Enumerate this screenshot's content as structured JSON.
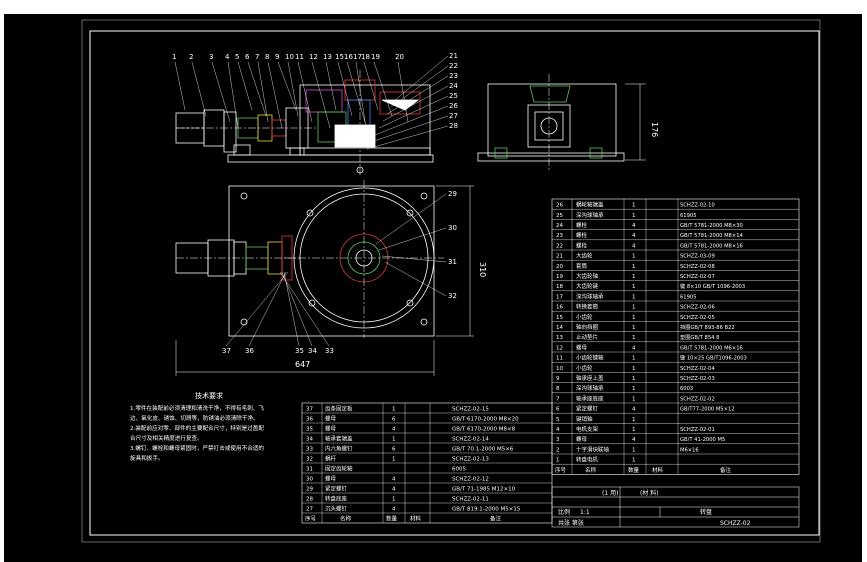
{
  "colors": {
    "paper": "#ffffff",
    "sheet": "#000000",
    "line": "#ffffff",
    "green": "#5ec35e",
    "red": "#e03a3a",
    "magenta": "#d04fd0",
    "blue": "#4a7cff",
    "yellow": "#f2d43a"
  },
  "balloons_top": [
    "1",
    "2",
    "3",
    "4",
    "5",
    "6",
    "7",
    "8",
    "9",
    "10",
    "11",
    "12",
    "13",
    "15",
    "16",
    "17",
    "18",
    "19",
    "20"
  ],
  "balloons_right": [
    "21",
    "22",
    "23",
    "24",
    "25",
    "26",
    "27",
    "28"
  ],
  "balloons_plan_right": [
    "29",
    "30",
    "31",
    "32"
  ],
  "balloons_plan_bottom": [
    "33",
    "34",
    "35",
    "36",
    "37"
  ],
  "dims": {
    "width": "647",
    "depth": "310",
    "height": "176"
  },
  "tech_req": {
    "title": "技术要求",
    "lines": [
      "1.零件在装配前必须清理和清洗干净，不得有毛刺、飞",
      "边、氧化皮、锈蚀、切屑等，防锈油必须清除干净。",
      "2.装配前应对零、部件的主要配合尺寸，特别是过盈配",
      "合尺寸及相关精度进行复查。",
      "3.螺钉、螺栓和螺母紧固时，严禁打击或使用不合适的",
      "旋具和扳手。"
    ]
  },
  "bom_left": [
    [
      "37",
      "齿条固定板",
      "1",
      "SCHZZ-02-15"
    ],
    [
      "36",
      "螺母",
      "6",
      "GB/T 6170-2000 M8×20"
    ],
    [
      "35",
      "螺母",
      "4",
      "GB/T 6170-2000 M8×8"
    ],
    [
      "34",
      "轴承套端盖",
      "1",
      "SCHZZ-02-14"
    ],
    [
      "33",
      "内六角螺钉",
      "6",
      "GB/T 70.1-2000 M5×6"
    ],
    [
      "32",
      "蜗杆",
      "1",
      "SCHZZ-02-13"
    ],
    [
      "31",
      "固定齿轮轴",
      "",
      "6005"
    ],
    [
      "30",
      "螺母",
      "4",
      "SCHZZ-02-12"
    ],
    [
      "29",
      "紧定螺钉",
      "4",
      "GB/T 71-1985 M12×10"
    ],
    [
      "28",
      "转盘底座",
      "1",
      "SCHZZ-02-11"
    ],
    [
      "27",
      "沉头螺钉",
      "4",
      "GB/T 819.1-2000 M5×15"
    ]
  ],
  "bom_left_header": [
    "序号",
    "名称",
    "数量",
    "材料",
    "备注"
  ],
  "bom_right": [
    [
      "26",
      "蜗轮轴端盖",
      "1",
      "SCHZZ-02-10"
    ],
    [
      "25",
      "深沟球轴承",
      "1",
      "61905"
    ],
    [
      "24",
      "螺栓",
      "4",
      "GB/T 5781-2000 M8×30"
    ],
    [
      "23",
      "螺栓",
      "4",
      "GB/T 5781-2000 M8×14"
    ],
    [
      "22",
      "螺栓",
      "4",
      "GB/T 5781-2000 M8×16"
    ],
    [
      "21",
      "大齿轮",
      "1",
      "SCHZZ-03-09"
    ],
    [
      "20",
      "套筒",
      "1",
      "SCHZZ-02-08"
    ],
    [
      "19",
      "大齿轮轴",
      "1",
      "SCHZZ-02-07"
    ],
    [
      "18",
      "大齿轮键",
      "1",
      "键 8×10 GB/T 1096-2003"
    ],
    [
      "17",
      "深沟球轴承",
      "1",
      "61905"
    ],
    [
      "16",
      "转换套筒",
      "1",
      "SCHZZ-02-06"
    ],
    [
      "15",
      "小齿轮",
      "1",
      "SCHZZ-02-05"
    ],
    [
      "14",
      "轴向挡圈",
      "1",
      "挡圈GB/T 893-86 B22"
    ],
    [
      "13",
      "止动垫片",
      "1",
      "垫圈GB/T 854 8"
    ],
    [
      "12",
      "螺母",
      "4",
      "GB/T 5781-2000 M6×16"
    ],
    [
      "11",
      "小齿轮键轴",
      "1",
      "键 10×25 GB/T1096-2003"
    ],
    [
      "10",
      "小齿轮",
      "1",
      "SCHZZ-02-04"
    ],
    [
      "9",
      "轴承座上盖",
      "1",
      "SCHZZ-02-03"
    ],
    [
      "8",
      "深沟球轴承",
      "1",
      "6003"
    ],
    [
      "7",
      "轴承座底座",
      "1",
      "SCHZZ-02-02"
    ],
    [
      "6",
      "紧定螺钉",
      "4",
      "GB/T77-2000 M5×12"
    ],
    [
      "5",
      "键销轴",
      "1",
      ""
    ],
    [
      "4",
      "电机支架",
      "1",
      "SCHZZ-02-01"
    ],
    [
      "3",
      "螺母",
      "4",
      "GB/T 41-2000 M5"
    ],
    [
      "2",
      "十字滑块联轴",
      "1",
      "M6×16"
    ],
    [
      "1",
      "转盘电机",
      "1",
      ""
    ]
  ],
  "title_block": {
    "remarks": "(材 料)",
    "scale_label": "比例",
    "scale_value": "1:1",
    "part_name": "转盘",
    "drawing_no_label": "共张 第张",
    "drawing_no": "SCHZZ-02",
    "qty_note": "(1 用)"
  }
}
